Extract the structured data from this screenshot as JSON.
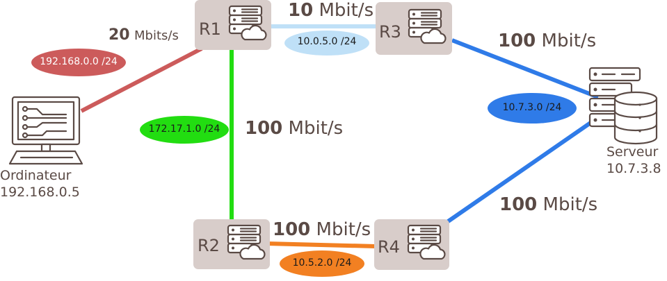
{
  "routers": [
    {
      "id": "r1",
      "name": "R1"
    },
    {
      "id": "r2",
      "name": "R2"
    },
    {
      "id": "r3",
      "name": "R3"
    },
    {
      "id": "r4",
      "name": "R4"
    }
  ],
  "links": {
    "r1_r3": {
      "speed_num": "10",
      "speed_unit": "Mbit/s",
      "network": "10.0.5.0 /24",
      "color": "#bfe0f7"
    },
    "pc_r1": {
      "speed_num": "20",
      "speed_unit": "Mbits/s",
      "network": "192.168.0.0 /24",
      "color": "#cc5b5b"
    },
    "r1_r2": {
      "speed_num": "100",
      "speed_unit": "Mbit/s",
      "network": "172.17.1.0 /24",
      "color": "#22dd11"
    },
    "r3_server": {
      "speed_num": "100",
      "speed_unit": "Mbit/s",
      "network": "10.7.3.0 /24",
      "color": "#2f7be8"
    },
    "r4_server": {
      "speed_num": "100",
      "speed_unit": "Mbit/s",
      "color": "#2f7be8"
    },
    "r2_r4": {
      "speed_num": "100",
      "speed_unit": "Mbit/s",
      "network": "10.5.2.0 /24",
      "color": "#f28022"
    }
  },
  "computer": {
    "label": "Ordinateur",
    "ip": "192.168.0.5"
  },
  "server": {
    "label": "Serveur",
    "ip": "10.7.3.8"
  },
  "icons": {
    "router": "server-cloud-icon",
    "computer": "computer-circuit-icon",
    "server": "server-database-icon"
  }
}
